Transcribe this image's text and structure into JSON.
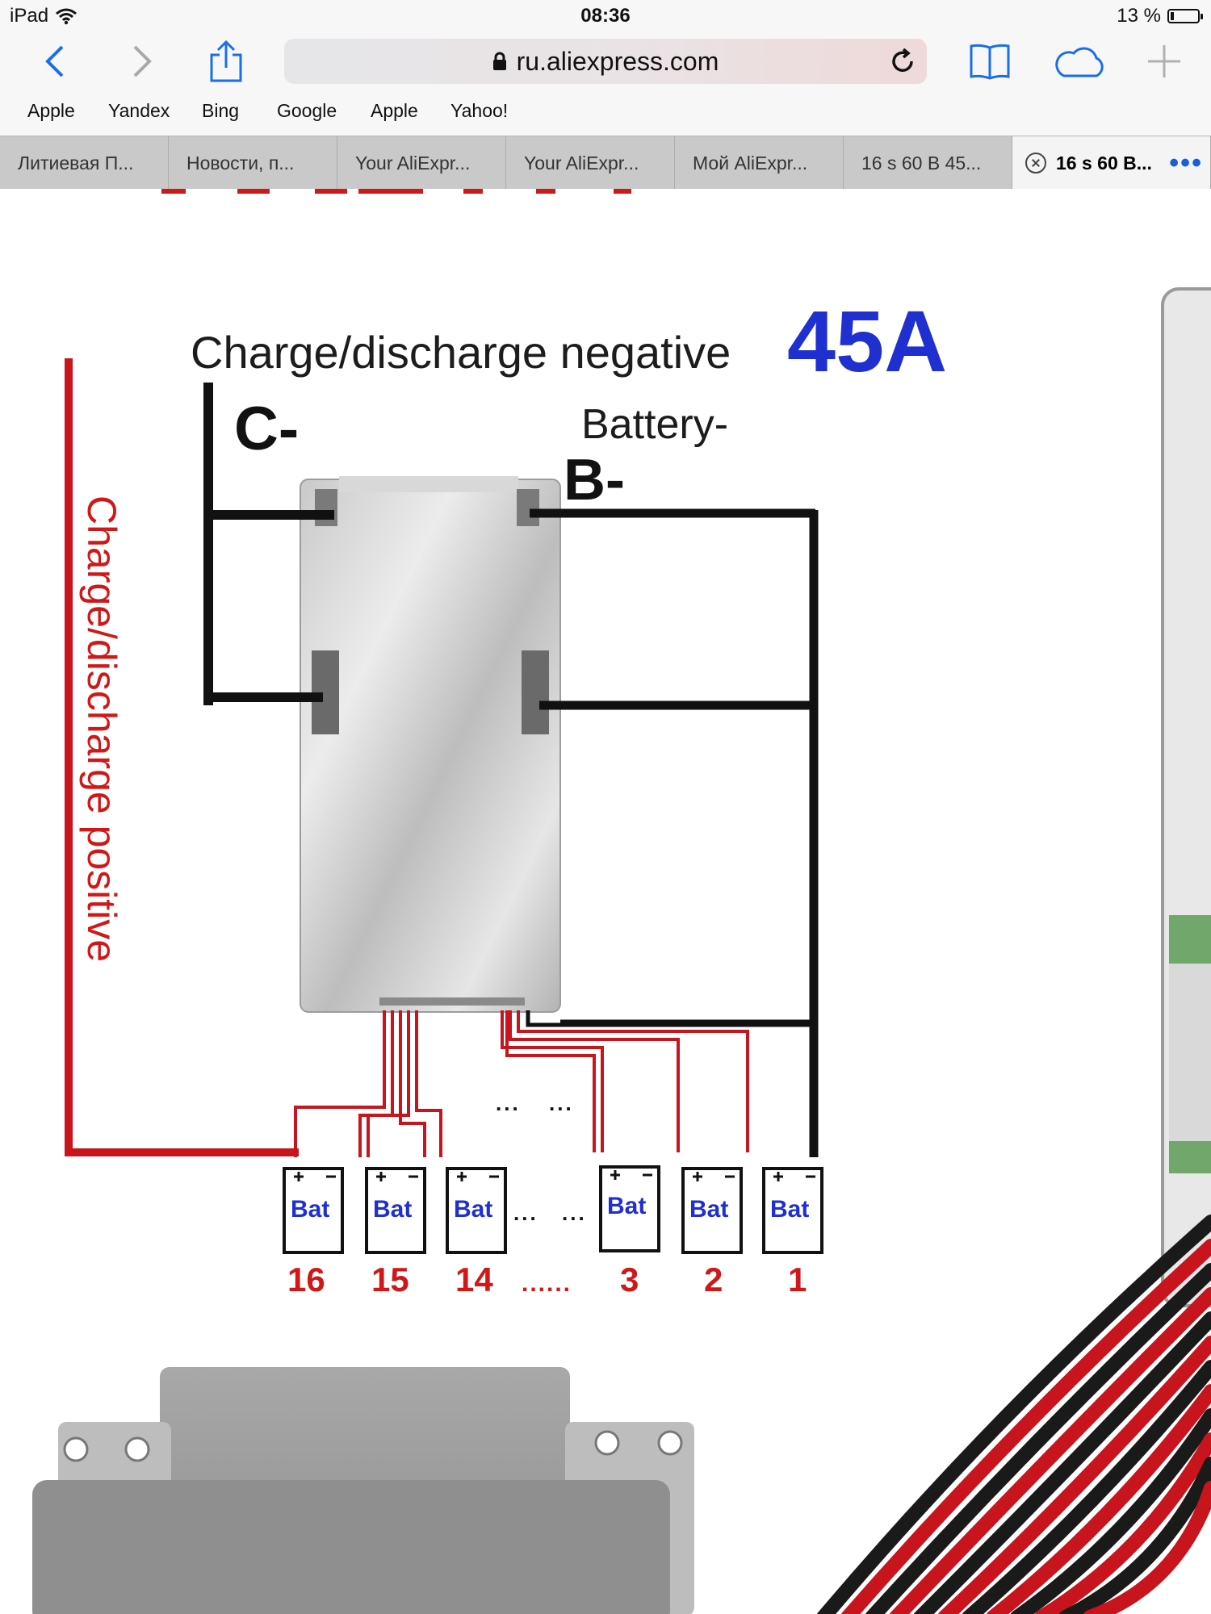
{
  "status_bar": {
    "device": "iPad",
    "time": "08:36",
    "battery_percent": "13 %",
    "battery_level": 0.13
  },
  "nav": {
    "url": "ru.aliexpress.com",
    "icons": [
      "back-icon",
      "forward-icon",
      "share-icon",
      "lock-icon",
      "reload-icon",
      "bookmarks-icon",
      "cloud-tabs-icon",
      "new-tab-icon"
    ]
  },
  "bookmarks": [
    "Apple",
    "Yandex",
    "Bing",
    "Google",
    "Apple",
    "Yahoo!"
  ],
  "tabs": [
    "Литиевая П...",
    "Новости, п...",
    "Your AliExpr...",
    "Your AliExpr...",
    "Мой AliExpr...",
    "16 s 60 В 45...",
    "16 s 60 B..."
  ],
  "active_tab_index": 6,
  "diagram": {
    "title": "Charge/discharge negative",
    "current_rating": "45A",
    "c_label": "C-",
    "battery_label": "Battery-",
    "b_label": "B-",
    "positive_label": "Charge/discharge positive",
    "cell_label": "Bat",
    "cells": [
      "16",
      "15",
      "14",
      "3",
      "2",
      "1"
    ],
    "ellipsis_numbers": "......",
    "ellipsis_cells": "...",
    "ellipsis_wires": "..."
  },
  "colors": {
    "wire_red": "#c8141c",
    "wire_black": "#111111",
    "amp_blue": "#1f2fd0",
    "label_red": "#d01818"
  }
}
